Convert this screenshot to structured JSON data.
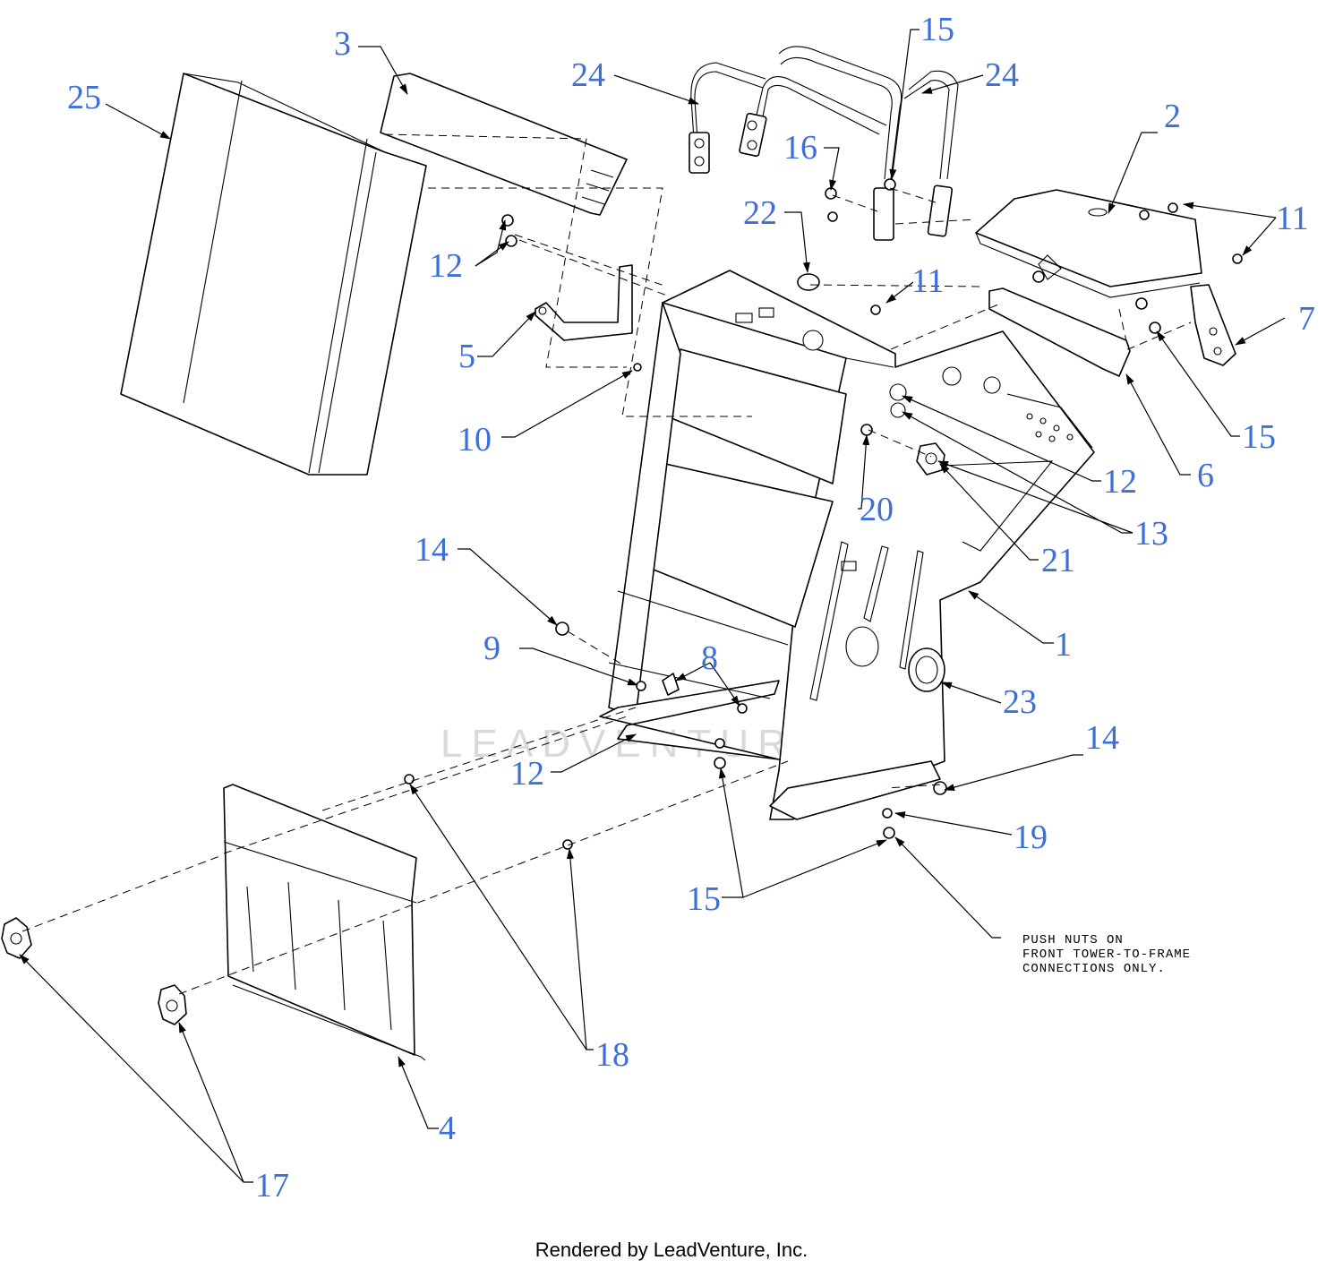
{
  "diagram": {
    "callouts": {
      "c1": "1",
      "c2": "2",
      "c3": "3",
      "c4": "4",
      "c5": "5",
      "c6": "6",
      "c7": "7",
      "c8": "8",
      "c9": "9",
      "c10": "10",
      "c11": "11",
      "c12a": "12",
      "c12b": "12",
      "c12c": "12",
      "c13": "13",
      "c14a": "14",
      "c14b": "14",
      "c15a": "15",
      "c15b": "15",
      "c15c": "15",
      "c16": "16",
      "c17": "17",
      "c18": "18",
      "c19": "19",
      "c20": "20",
      "c21": "21",
      "c22": "22",
      "c23": "23",
      "c24a": "24",
      "c24b": "24",
      "c25": "25"
    },
    "note_lines": [
      "PUSH NUTS ON",
      "FRONT TOWER-TO-FRAME",
      "CONNECTIONS ONLY."
    ],
    "watermark": "LEADVENTURE"
  },
  "footer": {
    "credit": "Rendered by LeadVenture, Inc."
  }
}
